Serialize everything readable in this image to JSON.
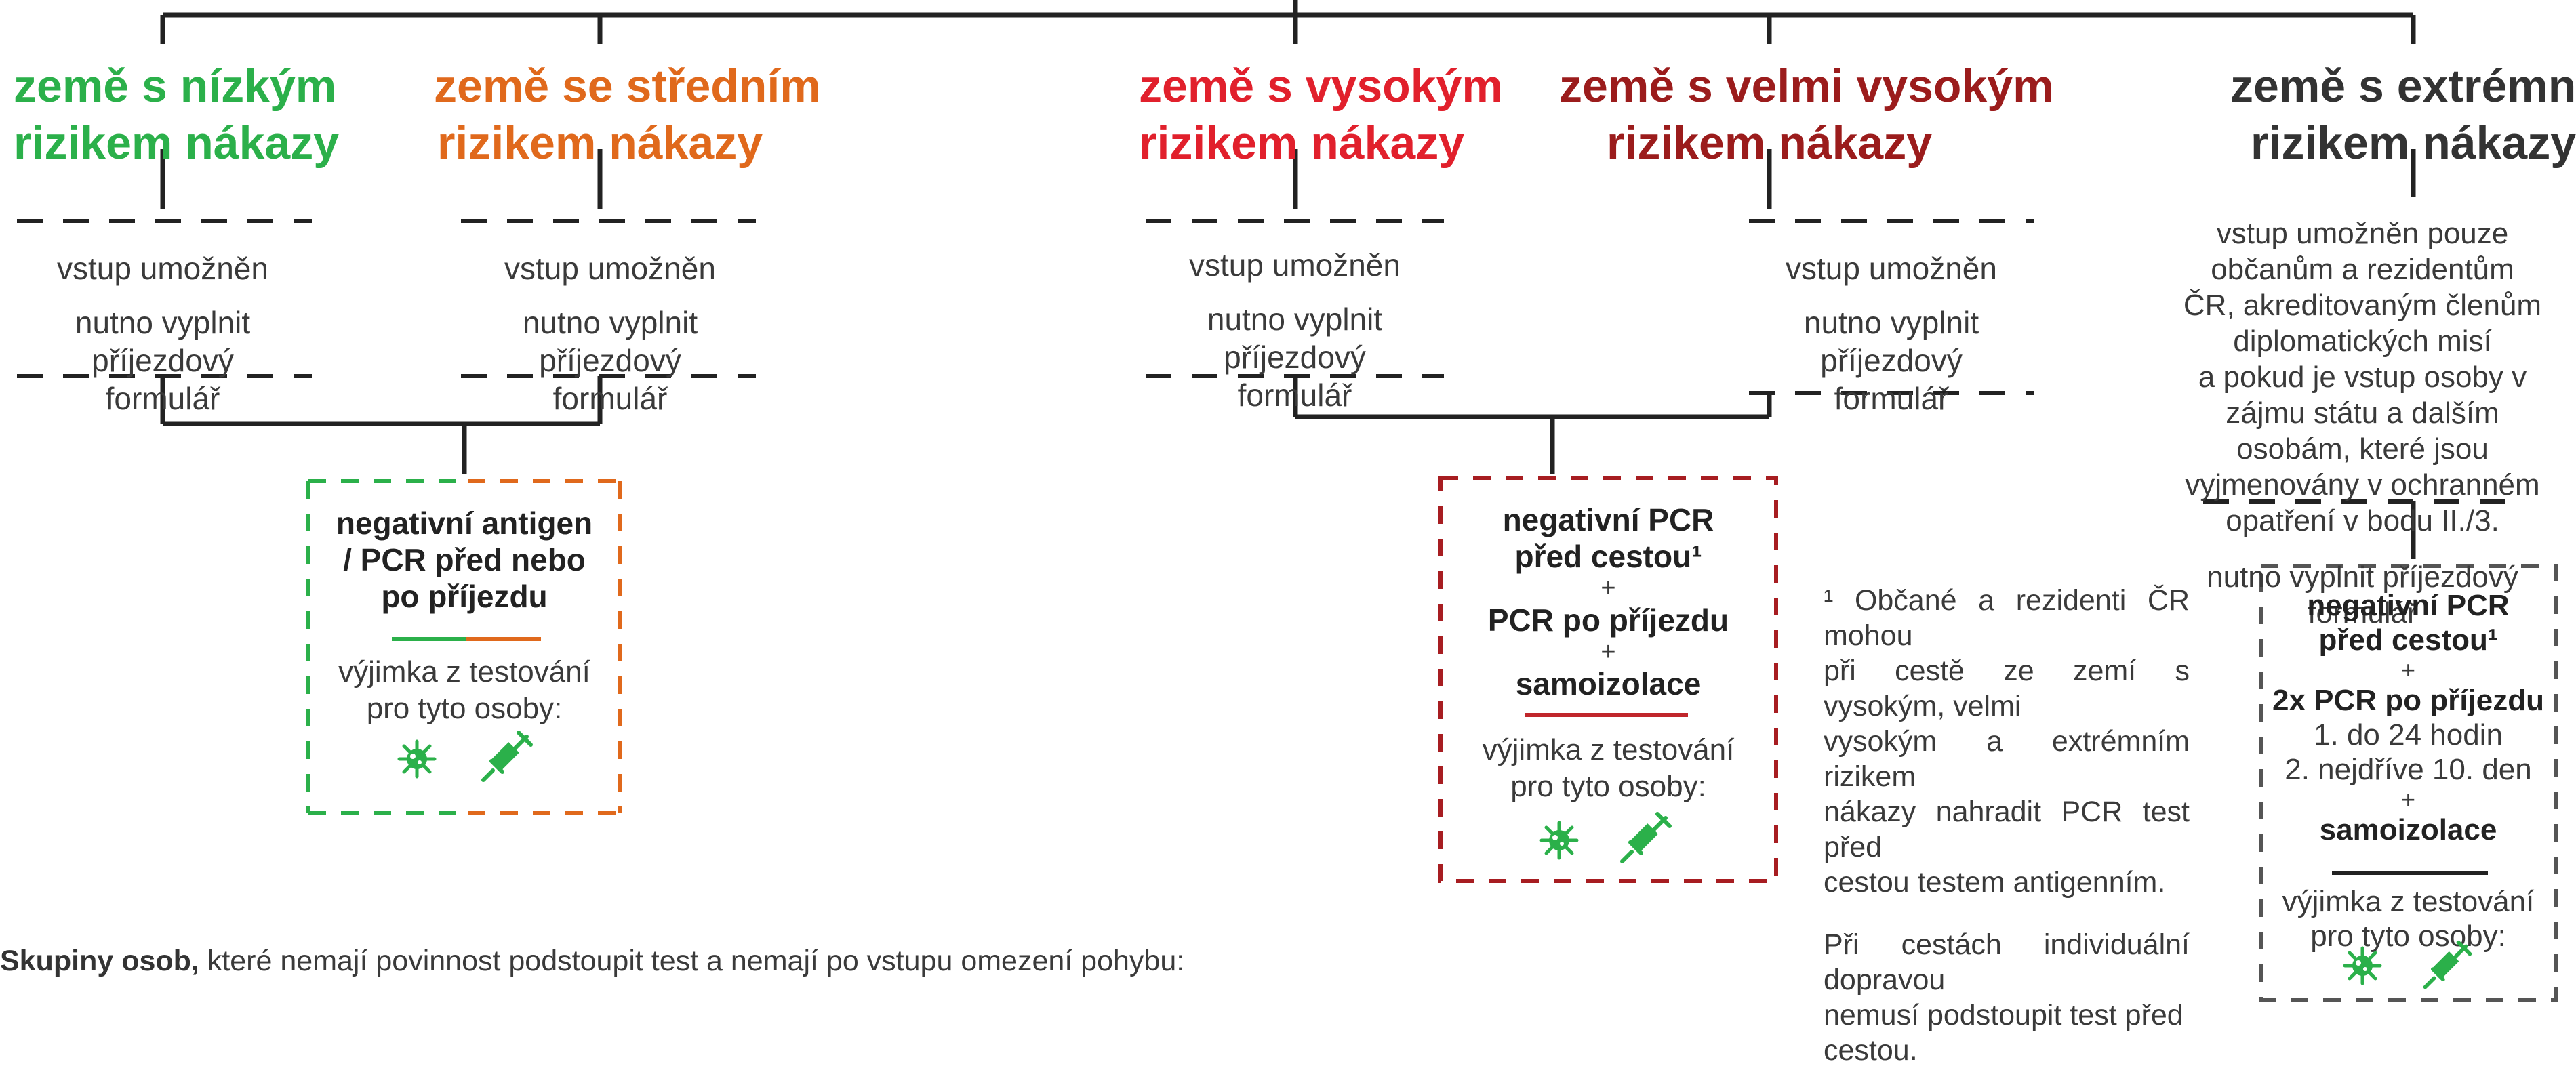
{
  "colors": {
    "low": "#2bb04a",
    "medium": "#e0691c",
    "high": "#e1202c",
    "very_high": "#9b1c1c",
    "extreme": "#333333",
    "icons": "#2bb04a"
  },
  "categories": [
    {
      "title_line1": "země s nízkým",
      "title_line2": "rizikem nákazy",
      "entry": "vstup umožněn",
      "form_line1": "nutno vyplnit příjezdový",
      "form_line2": "formulář"
    },
    {
      "title_line1": "země se středním",
      "title_line2": "rizikem nákazy",
      "entry": "vstup umožněn",
      "form_line1": "nutno vyplnit příjezdový",
      "form_line2": "formulář"
    },
    {
      "title_line1": "země s vysokým",
      "title_line2": "rizikem nákazy",
      "entry": "vstup umožněn",
      "form_line1": "nutno vyplnit příjezdový",
      "form_line2": "formulář"
    },
    {
      "title_line1": "země s velmi vysokým",
      "title_line2": "rizikem nákazy",
      "entry": "vstup umožněn",
      "form_line1": "nutno vyplnit příjezdový",
      "form_line2": "formulář"
    },
    {
      "title_line1": "země s extrémním",
      "title_line2": "rizikem nákazy",
      "entry_lines": [
        "vstup umožněn pouze občanům a rezidentům",
        "ČR, akreditovaným členům diplomatických misí",
        "a pokud je vstup osoby v zájmu státu a dalším",
        "osobám, které jsou vyjmenovány v ochranném",
        "opatření v bodu II./3."
      ],
      "form_line1": "nutno vyplnit příjezdový",
      "form_line2": "formulář"
    }
  ],
  "boxes": {
    "low_medium": {
      "test_lines": [
        "negativní antigen",
        "/ PCR před nebo",
        "po příjezdu"
      ],
      "exempt_line1": "výjimka z testování",
      "exempt_line2": "pro tyto osoby:"
    },
    "high_very_high": {
      "line1": "negativní PCR",
      "line2": "před cestou¹",
      "plus": "+",
      "line3": "PCR po příjezdu",
      "line4": "samoizolace",
      "exempt_line1": "výjimka z testování",
      "exempt_line2": "pro tyto osoby:"
    },
    "extreme": {
      "line1": "negativní PCR",
      "line2": "před cestou¹",
      "plus": "+",
      "line3": "2x PCR po příjezdu",
      "line4": "1. do 24 hodin",
      "line5": "2. nejdříve 10. den",
      "line6": "samoizolace",
      "exempt_line1": "výjimka z testování",
      "exempt_line2": "pro tyto osoby:"
    }
  },
  "footnote": {
    "lines": [
      "¹ Občané a rezidenti ČR mohou",
      "při cestě ze zemí s vysokým, velmi",
      "vysokým a extrémním rizikem",
      "nákazy nahradit PCR test před",
      "cestou testem antigenním."
    ],
    "lines2": [
      "Při cestách individuální dopravou",
      "nemusí podstoupit test před",
      "cestou."
    ]
  },
  "bottom": {
    "bold": "Skupiny osob,",
    "text": " které nemají povinnost podstoupit test a nemají po vstupu omezení pohybu:"
  }
}
